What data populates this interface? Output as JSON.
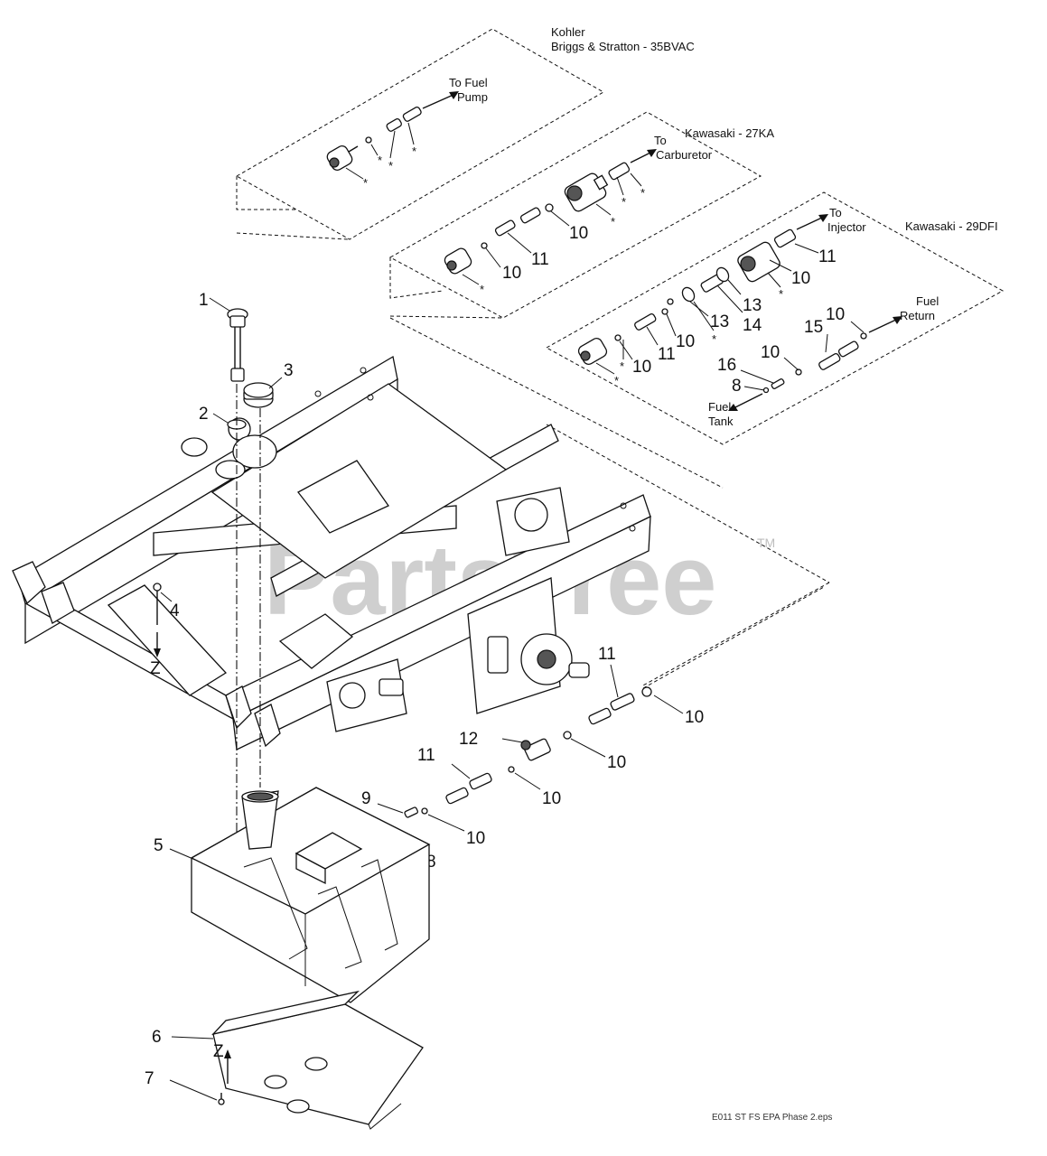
{
  "panels": {
    "kohler_title_1": "Kohler",
    "kohler_title_2": "Briggs & Stratton - 35BVAC",
    "kawasaki_27ka_title": "Kawasaki - 27KA",
    "kawasaki_29dfi_title": "Kawasaki - 29DFI"
  },
  "flow_notes": {
    "to_fuel_pump_1": "To Fuel",
    "to_fuel_pump_2": "Pump",
    "to_carburetor_1": "To",
    "to_carburetor_2": "Carburetor",
    "to_injector_1": "To",
    "to_injector_2": "Injector",
    "fuel_return_1": "Fuel",
    "fuel_return_2": "Return",
    "fuel_tank_1": "Fuel",
    "fuel_tank_2": "Tank"
  },
  "callouts": {
    "p1": "1",
    "p2": "2",
    "p3": "3",
    "p4": "4",
    "p5": "5",
    "p6": "6",
    "p7": "7",
    "p8a": "8",
    "p8b": "8",
    "p9": "9",
    "p10a": "10",
    "p10b": "10",
    "p10c": "10",
    "p10d": "10",
    "p10e": "10",
    "p10f": "10",
    "p10g": "10",
    "p10h": "10",
    "p10i": "10",
    "p10j": "10",
    "p10k": "10",
    "p11a": "11",
    "p11b": "11",
    "p11c": "11",
    "p11d": "11",
    "p11e": "11",
    "p12": "12",
    "p13a": "13",
    "p13b": "13",
    "p14": "14",
    "p15": "15",
    "p16": "16",
    "za": "Z",
    "zb": "Z"
  },
  "asterisk": "*",
  "watermark": {
    "text": "PartsTree",
    "mark": "TM"
  },
  "figure_code": "E011 ST FS EPA Phase 2.eps"
}
